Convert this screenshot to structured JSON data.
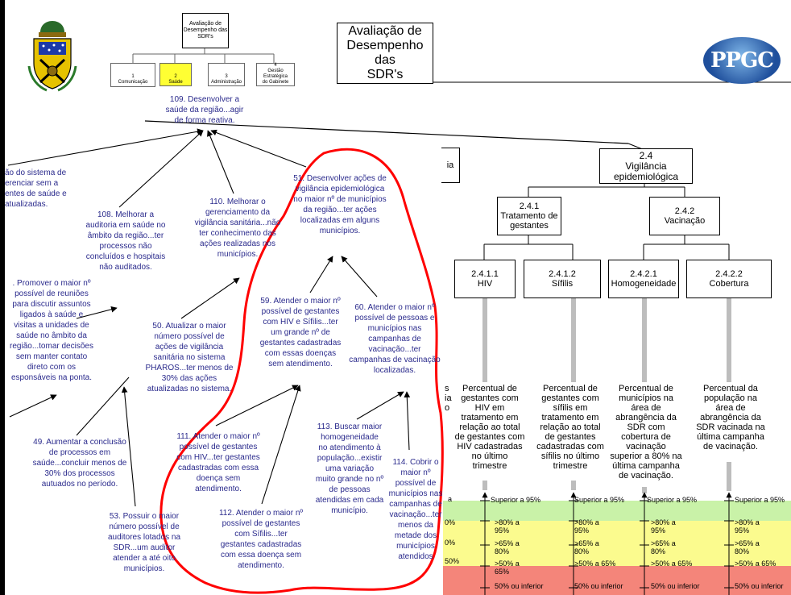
{
  "header": {
    "main_title": "Avaliação de\nDesempenho das\nSDR's",
    "mini_root": "Avaliação de\nDesempenho das\nSDR's",
    "mini_items": [
      "1\nComunicação",
      "2\nSaúde",
      "3\nAdministração",
      "4\nGestão Estratégica\ndo Gabinete"
    ],
    "logo_right": "PPGC"
  },
  "map_nodes": {
    "n109": "109. Desenvolver a\nsaúde da região...agir\nde forma reativa.",
    "left_partial": "ão do sistema de\nerenciar sem a\nentes de saúde e\n atualizadas.",
    "n108": "108. Melhorar a\nauditoria em saúde no\nâmbito da região...ter\nprocessos não\nconcluídos e hospitais\nnão auditados.",
    "n110": "110. Melhorar o\ngerenciamento da\nvigilância sanitária...não\nter conhecimento das\nações realizadas nos\nmunicípios.",
    "n51": "51. Desenvolver ações de\nvigilância epidemiológica\nno maior nº de municípios\nda região...ter ações\nlocalizadas em alguns\nmunicípios.",
    "n_promover": ". Promover o maior nº\npossível de reuniões\npara discutir assuntos\nligados à saúde e\nvisitas a unidades de\nsaúde no âmbito da\nregião...tomar decisões\nsem manter contato\ndireto com os\nesponsáveis na ponta.",
    "n50": "50. Atualizar o maior\nnúmero possível de\nações de vigilância\nsanitária no sistema\nPHAROS...ter menos de\n30% das ações\natualizadas no sistema.",
    "n59": "59. Atender o maior nº\npossível de gestantes\ncom HIV e Sífilis...ter\num grande nº de\ngestantes cadastradas\ncom essas doenças\nsem atendimento.",
    "n60": "60. Atender o maior nº\npossível de pessoas e\nmunicípios nas\ncampanhas de\nvacinação...ter\ncampanhas de vacinação\nlocalizadas.",
    "n49": "49. Aumentar a conclusão\nde processos em\nsaúde...concluir menos de\n30% dos processos\nautuados no período.",
    "n111": "111. Atender o maior nº\npossível de gestantes\ncom HIV...ter gestantes\ncadastradas com essa\ndoença sem\natendimento.",
    "n113": "113. Buscar maior\nhomogeneidade\nno atendimento à\npopulação...existir\numa variação\nmuito grande no nº\nde pessoas\natendidas em cada\nmunicípio.",
    "n53": "53. Possuir o maior\nnúmero possível de\nauditores lotados na\nSDR...um auditor\natender a até oito\nmunicípios.",
    "n112": "112. Atender o maior nº\npossível de gestantes\ncom Sífilis...ter\ngestantes cadastradas\ncom essa doença sem\natendimento.",
    "n114": "114. Cobrir o\nmaior nº\npossível de\nmunicípios nas\ncampanhas de\nvacinação...ter\nmenos da\nmetade dos\nmunicípios\natendidos"
  },
  "tree": {
    "cut_box": "ia",
    "n24": "2.4\nVigilância\nepidemiológica",
    "n241": "2.4.1\nTratamento de\ngestantes",
    "n242": "2.4.2\nVacinação",
    "n2411": "2.4.1.1\nHIV",
    "n2412": "2.4.1.2\nSífilis",
    "n2421": "2.4.2.1\nHomogeneidade",
    "n2422": "2.4.2.2\nCobertura"
  },
  "descriptors": {
    "cut": "s\nia\no",
    "d1": "Percentual de\ngestantes com\nHIV em\ntratamento em\nrelação ao total\nde gestantes com\nHIV cadastradas\nno último\ntrimestre",
    "d2": "Percentual de\ngestantes com\nsífilis em\ntratamento em\nrelação ao total\nde gestantes\ncadastradas com\nsífilis no último\ntrimestre",
    "d3": "Percentual de\nmunicípios na\nárea de\nabrangência da\nSDR com\ncobertura de\nvacinação\nsuperior a 80% na\núltima campanha\nde vacinação.",
    "d4": "Percentual da\npopulação na\nárea de\nabrangência da\nSDR vacinada na\núltima campanha\nde vacinação."
  },
  "scale": {
    "left_cut": [
      "a",
      "0%",
      "0%",
      "50%"
    ],
    "labels": [
      "Superior a 95%",
      ">80% a\n95%",
      ">65% a\n80%",
      ">50% a 65%",
      "50% ou inferior"
    ],
    "labels_col1": [
      "Superior a 95%",
      ">80% a\n95%",
      ">65% a\n80%",
      ">50% a\n65%",
      "50% ou inferior"
    ],
    "colors": {
      "green": "#c9f2a8",
      "yellow": "#fbfb8e",
      "red": "#f4857a",
      "highlight": "#ff0000",
      "node_text": "#2a2a8c"
    }
  }
}
